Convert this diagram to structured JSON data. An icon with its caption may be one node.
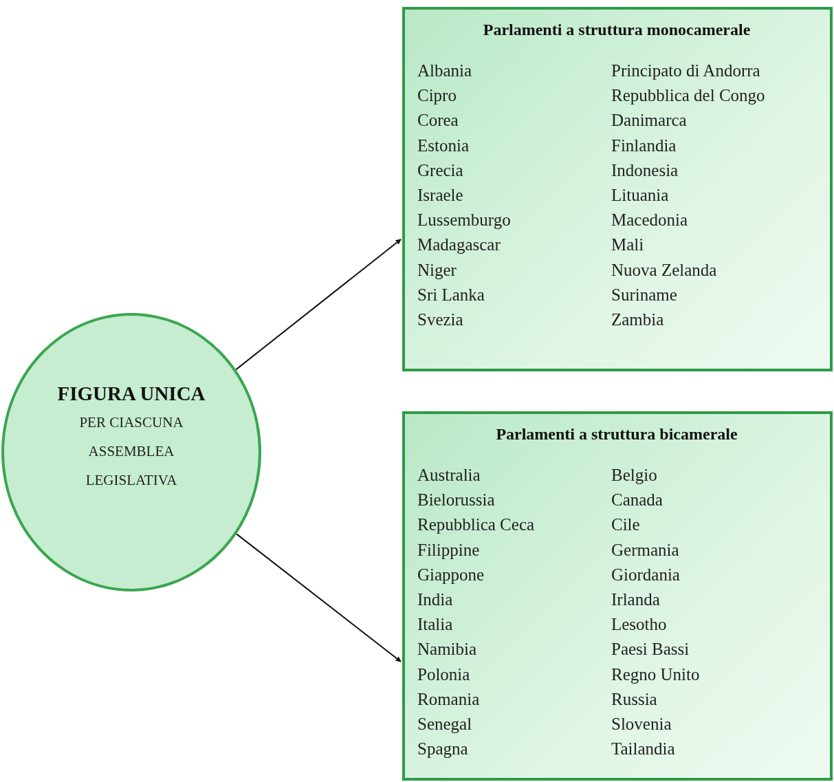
{
  "diagram": {
    "nodes": [
      {
        "text": [
          "FIGURA UNICA",
          "PER CIASCUNA ASSEMBLEA LEGISLATIVA"
        ]
      },
      {
        "text": [
          "Parlamenti a struttura monocamerale",
          "Albania",
          "Cipro",
          "Corea",
          "Estonia",
          "Grecia",
          "Israele",
          "Lussemburgo",
          "Madagascar",
          "Niger",
          "Sri Lanka",
          "Svezia",
          "Principato di Andorra",
          "Repubblica del Congo",
          "Danimarca",
          "Finlandia",
          "Indonesia",
          "Lituania",
          "Macedonia",
          "Mali",
          "Nuova Zelanda",
          "Suriname",
          "Zambia"
        ]
      },
      {
        "text": [
          "Parlamenti a struttura bicamerale",
          "Australia",
          "Bielorussia",
          "Repubblica Ceca",
          "Filippine",
          "Giappone",
          "India",
          "Italia",
          "Namibia",
          "Polonia",
          "Romania",
          "Senegal",
          "Spagna",
          "Belgio",
          "Canada",
          "Cile",
          "Germania",
          "Giordania",
          "Irlanda",
          "Lesotho",
          "Paesi Bassi",
          "Regno Unito",
          "Russia",
          "Slovenia",
          "Tailandia"
        ]
      }
    ],
    "edges": [
      {
        "from": 0,
        "to": 1,
        "arrow": "to"
      },
      {
        "from": 0,
        "to": 2,
        "arrow": "to"
      }
    ]
  }
}
